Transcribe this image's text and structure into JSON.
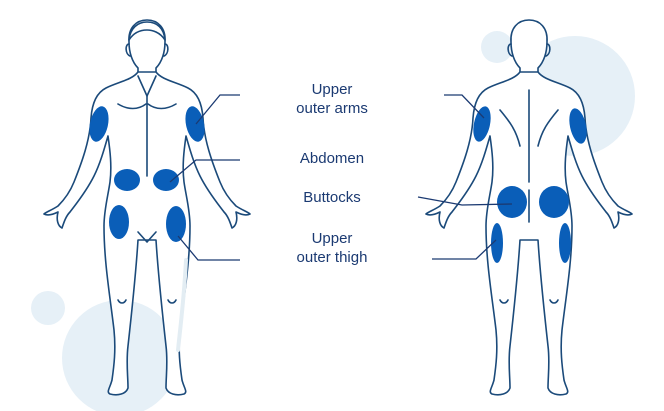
{
  "labels": {
    "upper_outer_arms": [
      "Upper",
      "outer arms"
    ],
    "abdomen": [
      "Abdomen"
    ],
    "buttocks": [
      "Buttocks"
    ],
    "upper_outer_thigh": [
      "Upper",
      "outer thigh"
    ]
  },
  "colors": {
    "site_fill": "#0a5eb8",
    "outline": "#1b4a7a",
    "body_fill": "#ffffff",
    "body_shadow": "#e3edf3",
    "background_circle": "#e6f0f7",
    "label_text": "#1b3a72",
    "leader_line": "#1b3a72"
  }
}
